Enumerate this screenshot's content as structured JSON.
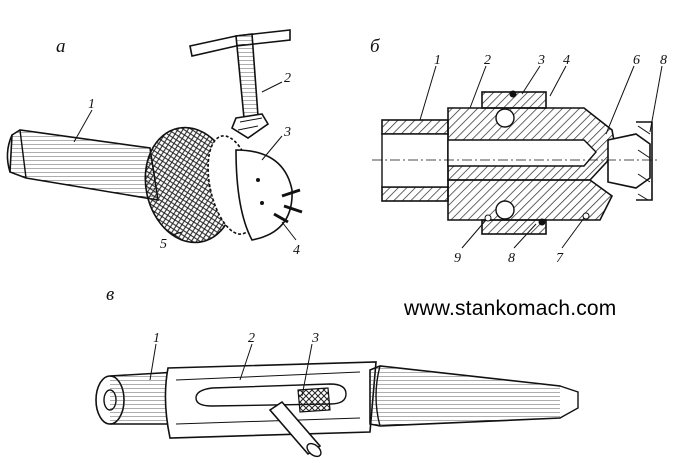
{
  "panels": {
    "a": "а",
    "b": "б",
    "v": "в"
  },
  "labels_a": [
    "1",
    "2",
    "3",
    "4",
    "5"
  ],
  "labels_b": [
    "1",
    "2",
    "3",
    "4",
    "6",
    "8",
    "9",
    "8",
    "7"
  ],
  "labels_v": [
    "1",
    "2",
    "3"
  ],
  "watermark": "www.stankomach.com"
}
